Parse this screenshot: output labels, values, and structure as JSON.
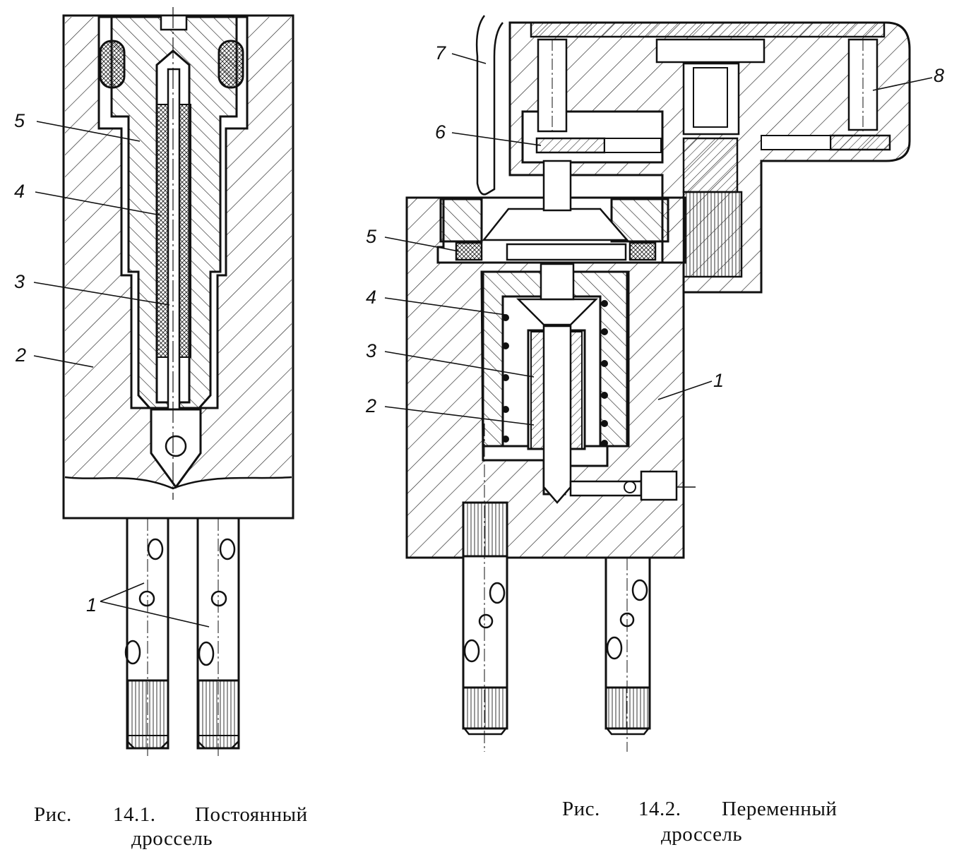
{
  "figures": [
    {
      "id": "fig-14-1",
      "caption": {
        "prefix": "Рис.",
        "number": "14.1.",
        "title": "Постоянный",
        "title_line2": "дроссель"
      },
      "labels": [
        "5",
        "4",
        "3",
        "2",
        "1"
      ]
    },
    {
      "id": "fig-14-2",
      "caption": {
        "prefix": "Рис.",
        "number": "14.2.",
        "title": "Переменный",
        "title_line2": "дроссель"
      },
      "labels": [
        "7",
        "6",
        "5",
        "4",
        "3",
        "2",
        "1",
        "8"
      ]
    }
  ]
}
